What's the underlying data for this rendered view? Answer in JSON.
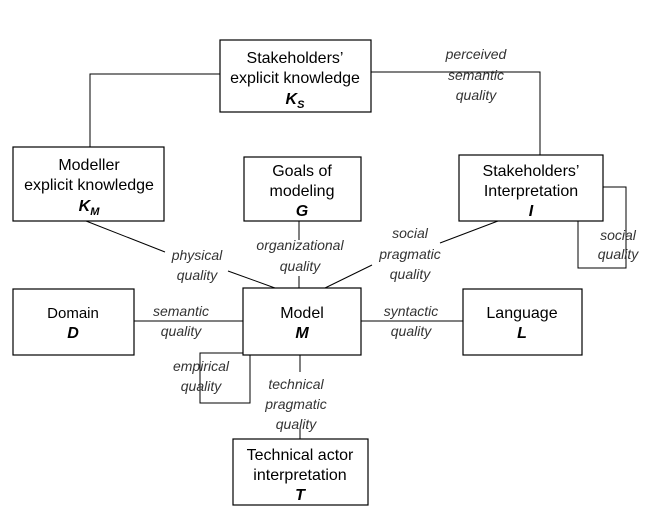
{
  "nodes": {
    "stakeholders_explicit": {
      "lines": [
        "Stakeholders’",
        "explicit knowledge"
      ],
      "symbol": "K",
      "subscript": "S"
    },
    "modeller_explicit": {
      "lines": [
        "Modeller",
        "explicit knowledge"
      ],
      "symbol": "K",
      "subscript": "M"
    },
    "goals": {
      "lines": [
        "Goals of",
        "modeling"
      ],
      "symbol": "G"
    },
    "stakeholders_interpretation": {
      "lines": [
        "Stakeholders’",
        "Interpretation"
      ],
      "symbol": "I"
    },
    "domain": {
      "lines": [
        "Domain"
      ],
      "symbol": "D"
    },
    "model": {
      "lines": [
        "Model"
      ],
      "symbol": "M"
    },
    "language": {
      "lines": [
        "Language"
      ],
      "symbol": "L"
    },
    "technical_actor": {
      "lines": [
        "Technical actor",
        "interpretation"
      ],
      "symbol": "T"
    }
  },
  "edge_labels": {
    "perceived_semantic": [
      "perceived",
      "semantic",
      "quality"
    ],
    "physical": [
      "physical",
      "quality"
    ],
    "organizational": [
      "organizational",
      "quality"
    ],
    "social_pragmatic": [
      "social",
      "pragmatic",
      "quality"
    ],
    "social": [
      "social",
      "quality"
    ],
    "semantic": [
      "semantic",
      "quality"
    ],
    "syntactic": [
      "syntactic",
      "quality"
    ],
    "empirical": [
      "empirical",
      "quality"
    ],
    "technical_pragmatic": [
      "technical",
      "pragmatic",
      "quality"
    ]
  }
}
